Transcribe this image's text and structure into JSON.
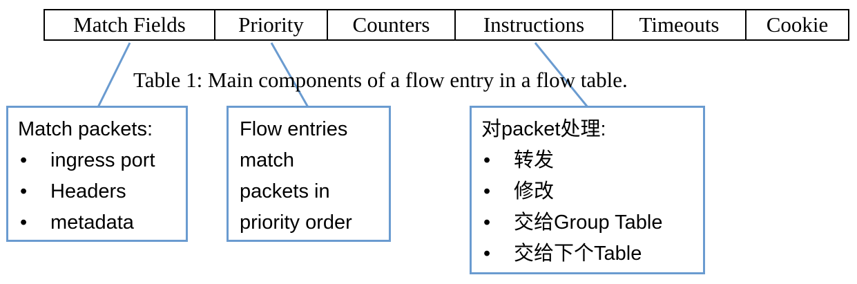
{
  "table": {
    "columns": [
      "Match Fields",
      "Priority",
      "Counters",
      "Instructions",
      "Timeouts",
      "Cookie"
    ]
  },
  "caption": "Table 1: Main components of a flow entry in a flow table.",
  "callouts": {
    "match": {
      "title": "Match packets:",
      "items": [
        "ingress port",
        "Headers",
        "metadata"
      ]
    },
    "priority": {
      "lines": [
        "Flow entries",
        "match",
        "packets in",
        "priority order"
      ]
    },
    "instructions": {
      "title": "对packet处理:",
      "items": [
        "转发",
        "修改",
        "交给Group Table",
        "交给下个Table"
      ]
    }
  },
  "colors": {
    "callout_border": "#6a9bd0",
    "connector": "#6a9bd0"
  }
}
